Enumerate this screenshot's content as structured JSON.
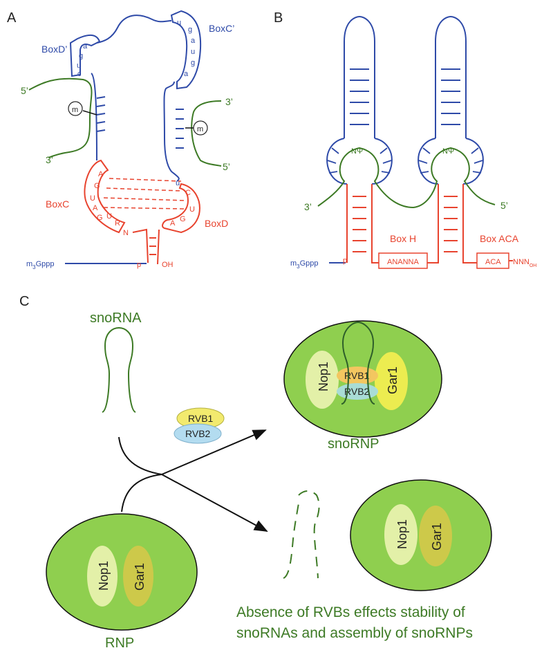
{
  "panels": {
    "a": "A",
    "b": "B",
    "c": "C"
  },
  "colors": {
    "blue": "#2e4aa8",
    "red": "#e8432e",
    "green": "#3d7a25",
    "rnp_green": "#8fcf4f",
    "nop1": "#e3f0a8",
    "gar1": "#cdc94a",
    "rvb1": "#f2ea6e",
    "rvb2": "#b3dcf0"
  },
  "panel_a": {
    "box_d_prime": "BoxD’",
    "box_c_prime": "BoxC’",
    "box_c": "BoxC",
    "box_d": "BoxD",
    "d_prime_seq": [
      "a",
      "g",
      "u",
      "c"
    ],
    "c_prime_seq": [
      "u",
      "g",
      "a",
      "u",
      "g",
      "a"
    ],
    "box_c_seq": [
      "A",
      "G",
      "U",
      "A",
      "G",
      "U",
      "R",
      "N"
    ],
    "box_d_seq": [
      "C",
      "U",
      "G",
      "A"
    ],
    "u_label": "u",
    "m_label": "m",
    "five_prime": "5’",
    "three_prime": "3’",
    "cap": "m",
    "cap_sub": "3",
    "cap_rest": "Gppp",
    "p_label": "p",
    "oh_label": "OH"
  },
  "panel_b": {
    "npsi": "NΨ",
    "three_prime": "3’",
    "five_prime": "5’",
    "box_h": "Box H",
    "box_aca": "Box ACA",
    "ananna": "ANANNA",
    "aca": "ACA",
    "nnn": "NNN",
    "nnn_sub": "OH",
    "cap": "m",
    "cap_sub": "3",
    "cap_rest": "Gppp",
    "p_label": "p"
  },
  "panel_c": {
    "snorna": "snoRNA",
    "snornp": "snoRNP",
    "rnp": "RNP",
    "nop1": "Nop1",
    "gar1": "Gar1",
    "rvb1": "RVB1",
    "rvb2": "RVB2",
    "caption_line1": "Absence of RVBs effects stability of",
    "caption_line2": "snoRNAs and assembly of snoRNPs"
  }
}
